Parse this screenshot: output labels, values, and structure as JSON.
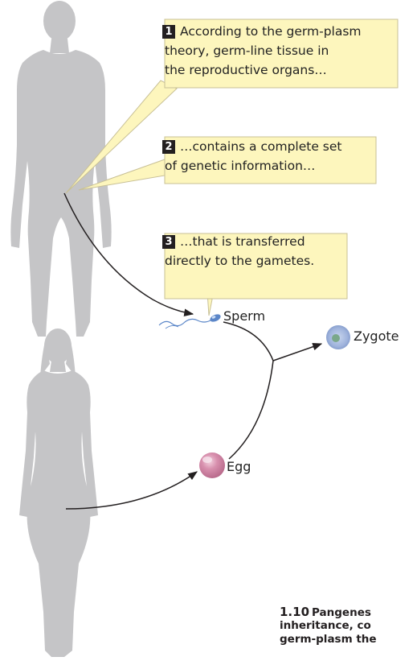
{
  "colors": {
    "silhouette": "#c5c5c7",
    "callout_fill": "#fdf6bd",
    "callout_stroke": "#c8c096",
    "arrow": "#231f20",
    "egg": "#c77a9a",
    "zygote": "#8fa6d4",
    "sperm": "#5b86c8"
  },
  "steps": [
    {
      "number": "1",
      "lines": [
        "According to the germ-plasm",
        "theory, germ-line tissue in",
        "the reproductive organs…"
      ]
    },
    {
      "number": "2",
      "lines": [
        "…contains a complete set",
        "of genetic information…"
      ]
    },
    {
      "number": "3",
      "lines": [
        "…that is transferred",
        "directly to the gametes."
      ]
    }
  ],
  "labels": {
    "sperm": "Sperm",
    "egg": "Egg",
    "zygote": "Zygote"
  },
  "caption": {
    "figure_number": "1.10",
    "lines": [
      "Pangenes",
      "inheritance, co",
      "germ-plasm the"
    ]
  }
}
